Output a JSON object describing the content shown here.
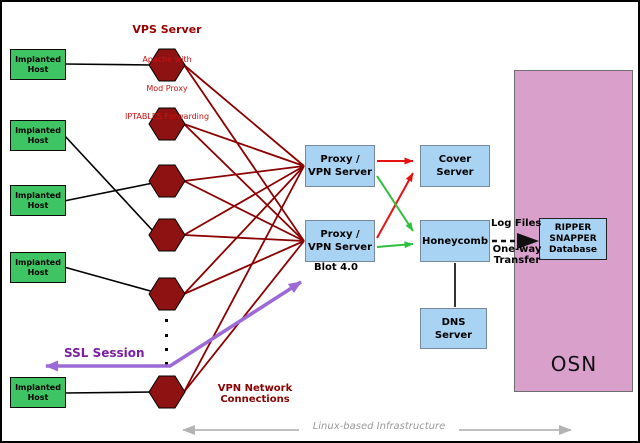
{
  "vps_header": {
    "title": "VPS Server",
    "subtitle_lines": [
      "Apache with",
      "Mod Proxy",
      "IPTABLES Forwarding"
    ]
  },
  "implanted_hosts": [
    {
      "label": "Implanted\nHost"
    },
    {
      "label": "Implanted\nHost"
    },
    {
      "label": "Implanted\nHost"
    },
    {
      "label": "Implanted\nHost"
    },
    {
      "label": "Implanted\nHost"
    }
  ],
  "nodes": {
    "proxy1": "Proxy /\nVPN Server",
    "proxy2": "Proxy /\nVPN Server",
    "cover": "Cover\nServer",
    "honeycomb": "Honeycomb",
    "dns": "DNS\nServer",
    "ripper": "RIPPER\nSNAPPER\nDatabase",
    "osn": "OSN"
  },
  "annotations": {
    "blot": "Blot 4.0",
    "ssl": "SSL Session",
    "vpn_network": "VPN Network\nConnections",
    "log_files": "Log Files",
    "one_way": "One-way\nTransfer",
    "linux_infra": "Linux-based Infrastructure"
  },
  "colors": {
    "host_green": "#3ec463",
    "hexagon_red": "#8f1212",
    "box_blue": "#a9d3f2",
    "osn_pink": "#d9a0cb",
    "line_dark_red": "#8b0000",
    "arrow_red": "#e51212",
    "arrow_green": "#2fbf3f",
    "arrow_purple": "#9b6ad6",
    "infra_gray": "#aaaaaa"
  }
}
